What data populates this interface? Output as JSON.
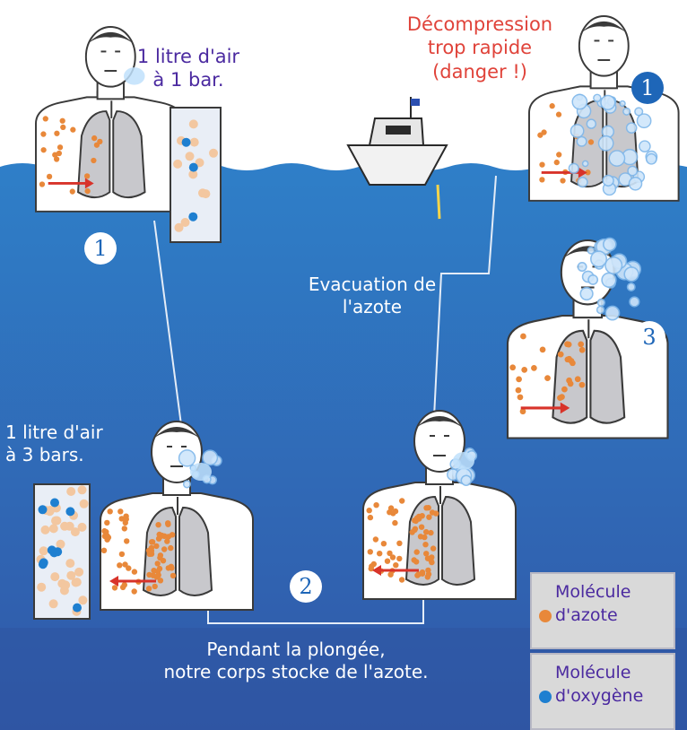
{
  "colors": {
    "sea_top": "#2f7fc8",
    "sea_bottom": "#3058a8",
    "nitrogen": "#e8883a",
    "oxygen": "#1e7fd0",
    "arrow": "#d8332a",
    "label_purple": "#4b2aa0",
    "label_red": "#e0433a"
  },
  "labels": {
    "air_surface": [
      "1 litre d'air",
      "à 1 bar."
    ],
    "decompression": [
      "Décompression",
      "trop rapide",
      "(danger !)"
    ],
    "evacuation": [
      "Evacuation de",
      "l'azote"
    ],
    "air_depth": [
      "1 litre d'air",
      "à 3 bars."
    ],
    "storage": [
      "Pendant la plongée,",
      "notre corps stocke de l'azote."
    ]
  },
  "legend": [
    {
      "color_key": "nitrogen",
      "lines": [
        "Molécule",
        "d'azote"
      ]
    },
    {
      "color_key": "oxygen",
      "lines": [
        "Molécule",
        "d'oxygène"
      ]
    }
  ],
  "steps": {
    "s1": "1",
    "s2": "2",
    "s3": "3",
    "s4": "1"
  },
  "icons": {
    "boat": "boat-icon",
    "diver": "person-figure-icon",
    "bubbles": "bubbles-icon"
  }
}
